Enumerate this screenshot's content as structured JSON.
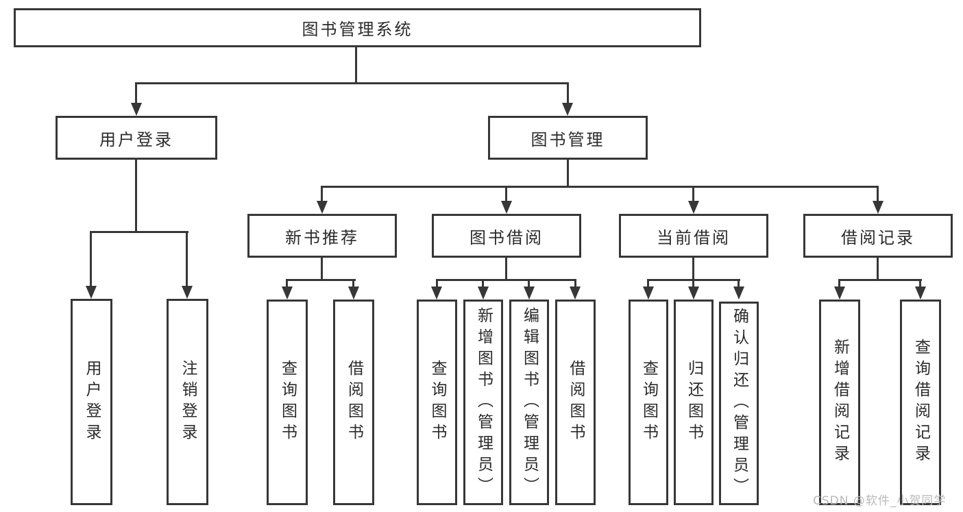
{
  "tree": {
    "root": {
      "label": "图书管理系统"
    },
    "children": [
      {
        "label": "用户登录",
        "children": [
          {
            "label": "用户登录"
          },
          {
            "label": "注销登录"
          }
        ]
      },
      {
        "label": "图书管理",
        "children": [
          {
            "label": "新书推荐",
            "children": [
              {
                "label": "查询图书"
              },
              {
                "label": "借阅图书"
              }
            ]
          },
          {
            "label": "图书借阅",
            "children": [
              {
                "label": "查询图书"
              },
              {
                "label": "新增图书（管理员）"
              },
              {
                "label": "编辑图书（管理员）"
              },
              {
                "label": "借阅图书"
              }
            ]
          },
          {
            "label": "当前借阅",
            "children": [
              {
                "label": "查询图书"
              },
              {
                "label": "归还图书"
              },
              {
                "label": "确认归还（管理员）"
              }
            ]
          },
          {
            "label": "借阅记录",
            "children": [
              {
                "label": "新增借阅记录"
              },
              {
                "label": "查询借阅记录"
              }
            ]
          }
        ]
      }
    ]
  },
  "watermark": {
    "text": "CSDN @软件_小贺同学"
  },
  "colors": {
    "line": "#373737",
    "text": "#2b2b2b",
    "watermark": "#b9b9b9",
    "bg": "#ffffff"
  }
}
